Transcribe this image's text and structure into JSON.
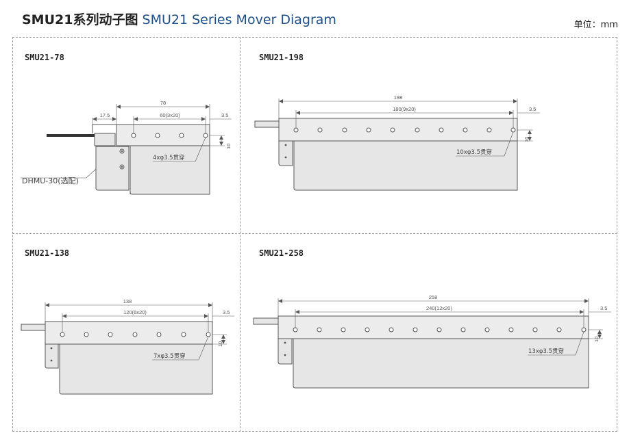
{
  "header": {
    "title_cn": "SMU21系列动子图",
    "title_en": "SMU21 Series Mover Diagram",
    "unit": "单位：mm"
  },
  "panels": [
    {
      "label": "SMU21-78",
      "total": "78",
      "pitch": "60(3x20)",
      "offset": "3.5",
      "height": "10",
      "holes": "4xφ3.5贯穿",
      "extra_dim": "17.5",
      "option": "DHMU-30(选配)"
    },
    {
      "label": "SMU21-198",
      "total": "198",
      "pitch": "180(9x20)",
      "offset": "3.5",
      "height": "10",
      "holes": "10xφ3.5贯穿"
    },
    {
      "label": "SMU21-138",
      "total": "138",
      "pitch": "120(6x20)",
      "offset": "3.5",
      "height": "10",
      "holes": "7xφ3.5贯穿"
    },
    {
      "label": "SMU21-258",
      "total": "258",
      "pitch": "240(12x20)",
      "offset": "3.5",
      "height": "10",
      "holes": "13xφ3.5贯穿"
    }
  ],
  "colors": {
    "title_blue": "#1b4f8e",
    "body_fill": "#e6e6e6",
    "line": "#555555"
  }
}
